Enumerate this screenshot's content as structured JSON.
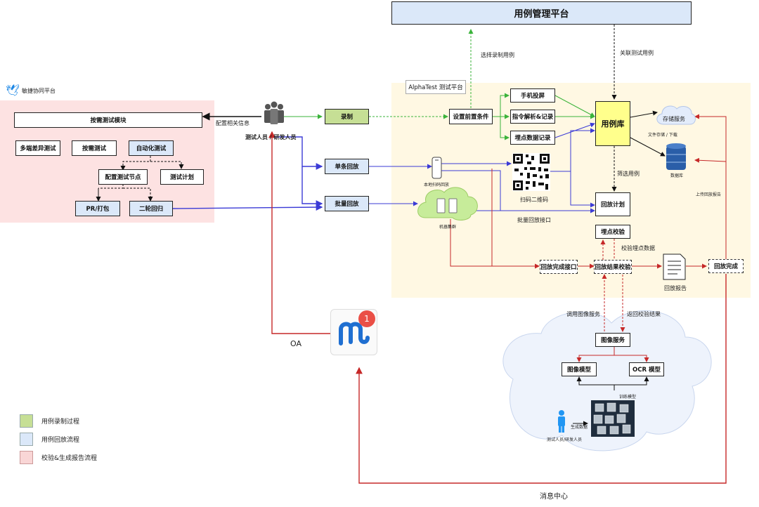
{
  "header": {
    "title": "用例管理平台"
  },
  "agile": {
    "name": "敏捷协同平台",
    "module": "按需测试模块",
    "multi": "多端差异测试",
    "ondemand": "按需测试",
    "auto": "自动化测试",
    "config_node": "配置测试节点",
    "test_plan": "测试计划",
    "pr": "PR/打包",
    "round2": "二轮回归"
  },
  "people": {
    "label": "测试人员 / 研发人员",
    "config_info": "配置相关信息"
  },
  "actions": {
    "record": "录制",
    "single": "单条回放",
    "batch": "批量回放"
  },
  "alphatest": {
    "title": "AlphaTest 测试平台",
    "precondition": "设置前置条件",
    "screen": "手机投屏",
    "instruction": "指令解析&记录",
    "burypoint": "埋点数据记录",
    "caselib": "用例库",
    "storage": "存储服务",
    "file_io": "文件存储 / 下载",
    "database": "数据库",
    "filter": "筛选用例",
    "plan": "回放计划",
    "bury_check": "埋点校验",
    "check_bury_data": "校验埋点数据",
    "result_check": "回放结果校验",
    "done_api": "回放完成接口",
    "report": "回放报告",
    "done": "回放完成",
    "local_scan": "本地扫码回放",
    "scan_qr": "扫码二维码",
    "cluster": "机器集群",
    "batch_api": "批量回放接口",
    "upload_report": "上传回放报告"
  },
  "arrows": {
    "select_case": "选择录制用例",
    "link_case": "关联测试用例",
    "call_image": "调用图像服务",
    "return_check": "返回校验结果"
  },
  "image": {
    "service": "图像服务",
    "model": "图像模型",
    "ocr": "OCR 模型",
    "train": "训练模型",
    "gen": "生成数据",
    "people": "测试人员/研发人员"
  },
  "oa": {
    "label": "OA",
    "badge": "1"
  },
  "message_center": "消息中心",
  "legend": [
    {
      "label": "用例录制过程",
      "color": "#c6df95"
    },
    {
      "label": "用例回放流程",
      "color": "#dbe8f9"
    },
    {
      "label": "校验&生成报告流程",
      "color": "#f9d6d6"
    }
  ]
}
